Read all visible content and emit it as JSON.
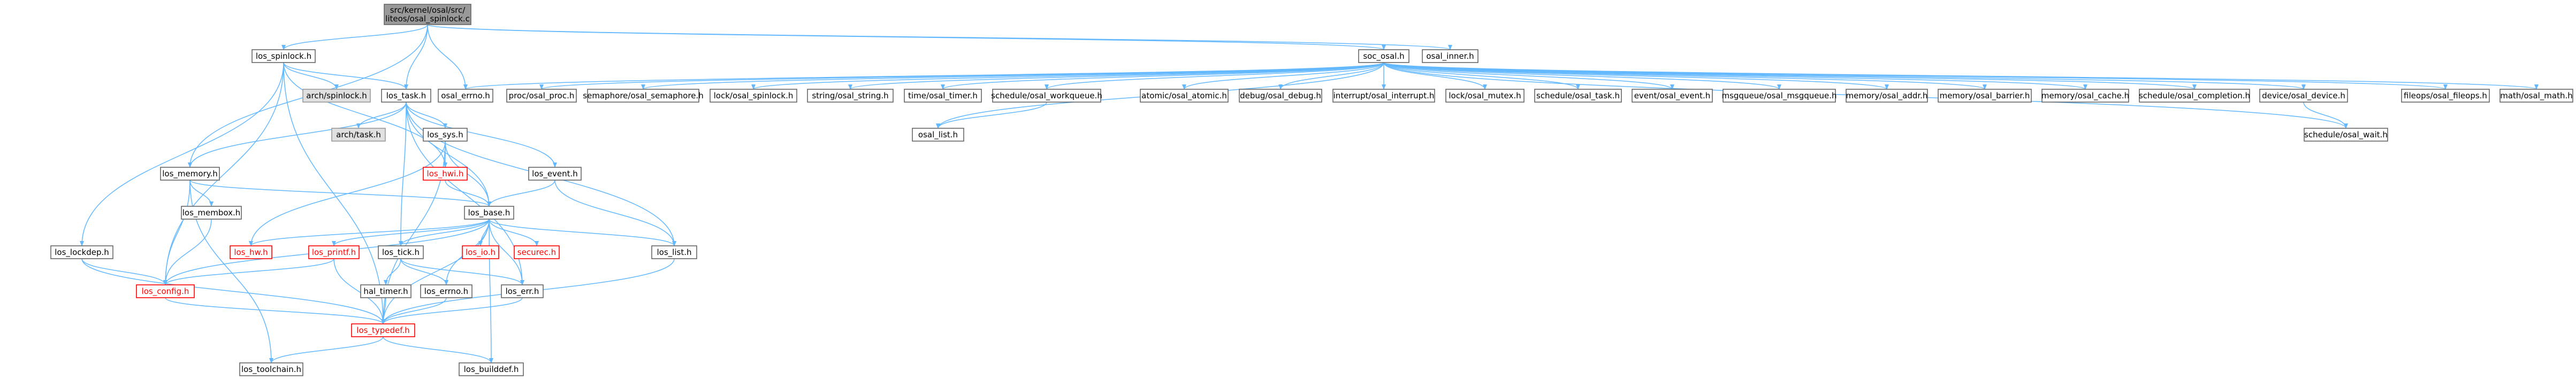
{
  "nodes": [
    {
      "id": "osal_spinlock_c",
      "label": "src/kernel/osal/src/liteos/osal_spinlock.c",
      "kind": "current"
    },
    {
      "id": "los_spinlock_h",
      "label": "los_spinlock.h",
      "kind": "normal"
    },
    {
      "id": "soc_osal_h",
      "label": "soc_osal.h",
      "kind": "normal"
    },
    {
      "id": "osal_inner_h",
      "label": "osal_inner.h",
      "kind": "normal"
    },
    {
      "id": "arch_spinlock_h",
      "label": "arch/spinlock.h",
      "kind": "missing"
    },
    {
      "id": "los_task_h",
      "label": "los_task.h",
      "kind": "normal"
    },
    {
      "id": "osal_errno_h",
      "label": "osal_errno.h",
      "kind": "normal"
    },
    {
      "id": "proc_osal_proc_h",
      "label": "proc/osal_proc.h",
      "kind": "normal"
    },
    {
      "id": "semaphore_osal_semaphore_h",
      "label": "semaphore/osal_semaphore.h",
      "kind": "normal"
    },
    {
      "id": "lock_osal_spinlock_h",
      "label": "lock/osal_spinlock.h",
      "kind": "normal"
    },
    {
      "id": "string_osal_string_h",
      "label": "string/osal_string.h",
      "kind": "normal"
    },
    {
      "id": "time_osal_timer_h",
      "label": "time/osal_timer.h",
      "kind": "normal"
    },
    {
      "id": "schedule_osal_workqueue_h",
      "label": "schedule/osal_workqueue.h",
      "kind": "normal"
    },
    {
      "id": "atomic_osal_atomic_h",
      "label": "atomic/osal_atomic.h",
      "kind": "normal"
    },
    {
      "id": "debug_osal_debug_h",
      "label": "debug/osal_debug.h",
      "kind": "normal"
    },
    {
      "id": "interrupt_osal_interrupt_h",
      "label": "interrupt/osal_interrupt.h",
      "kind": "normal"
    },
    {
      "id": "lock_osal_mutex_h",
      "label": "lock/osal_mutex.h",
      "kind": "normal"
    },
    {
      "id": "schedule_osal_task_h",
      "label": "schedule/osal_task.h",
      "kind": "normal"
    },
    {
      "id": "event_osal_event_h",
      "label": "event/osal_event.h",
      "kind": "normal"
    },
    {
      "id": "msgqueue_osal_msgqueue_h",
      "label": "msgqueue/osal_msgqueue.h",
      "kind": "normal"
    },
    {
      "id": "memory_osal_addr_h",
      "label": "memory/osal_addr.h",
      "kind": "normal"
    },
    {
      "id": "memory_osal_barrier_h",
      "label": "memory/osal_barrier.h",
      "kind": "normal"
    },
    {
      "id": "memory_osal_cache_h",
      "label": "memory/osal_cache.h",
      "kind": "normal"
    },
    {
      "id": "schedule_osal_completion_h",
      "label": "schedule/osal_completion.h",
      "kind": "normal"
    },
    {
      "id": "device_osal_device_h",
      "label": "device/osal_device.h",
      "kind": "normal"
    },
    {
      "id": "fileops_osal_fileops_h",
      "label": "fileops/osal_fileops.h",
      "kind": "normal"
    },
    {
      "id": "math_osal_math_h",
      "label": "math/osal_math.h",
      "kind": "normal"
    },
    {
      "id": "arch_task_h",
      "label": "arch/task.h",
      "kind": "missing"
    },
    {
      "id": "los_sys_h",
      "label": "los_sys.h",
      "kind": "normal"
    },
    {
      "id": "osal_list_h",
      "label": "osal_list.h",
      "kind": "normal"
    },
    {
      "id": "schedule_osal_wait_h",
      "label": "schedule/osal_wait.h",
      "kind": "normal"
    },
    {
      "id": "los_memory_h",
      "label": "los_memory.h",
      "kind": "normal"
    },
    {
      "id": "los_hwi_h",
      "label": "los_hwi.h",
      "kind": "ref"
    },
    {
      "id": "los_event_h",
      "label": "los_event.h",
      "kind": "normal"
    },
    {
      "id": "los_membox_h",
      "label": "los_membox.h",
      "kind": "normal"
    },
    {
      "id": "los_base_h",
      "label": "los_base.h",
      "kind": "normal"
    },
    {
      "id": "los_lockdep_h",
      "label": "los_lockdep.h",
      "kind": "normal"
    },
    {
      "id": "los_hw_h",
      "label": "los_hw.h",
      "kind": "ref"
    },
    {
      "id": "los_printf_h",
      "label": "los_printf.h",
      "kind": "ref"
    },
    {
      "id": "los_tick_h",
      "label": "los_tick.h",
      "kind": "normal"
    },
    {
      "id": "los_io_h",
      "label": "los_io.h",
      "kind": "ref"
    },
    {
      "id": "securec_h",
      "label": "securec.h",
      "kind": "ref"
    },
    {
      "id": "los_list_h",
      "label": "los_list.h",
      "kind": "normal"
    },
    {
      "id": "los_config_h",
      "label": "los_config.h",
      "kind": "ref"
    },
    {
      "id": "hal_timer_h",
      "label": "hal_timer.h",
      "kind": "normal"
    },
    {
      "id": "los_errno_h",
      "label": "los_errno.h",
      "kind": "normal"
    },
    {
      "id": "los_err_h",
      "label": "los_err.h",
      "kind": "normal"
    },
    {
      "id": "los_typedef_h",
      "label": "los_typedef.h",
      "kind": "ref"
    },
    {
      "id": "los_toolchain_h",
      "label": "los_toolchain.h",
      "kind": "normal"
    },
    {
      "id": "los_builddef_h",
      "label": "los_builddef.h",
      "kind": "normal"
    }
  ],
  "colors": {
    "edge": "#63b8ff",
    "current_fill": "#999999",
    "missing_fill": "#e0e0e0",
    "ref_stroke": "#ff0000",
    "node_stroke": "#666666"
  }
}
